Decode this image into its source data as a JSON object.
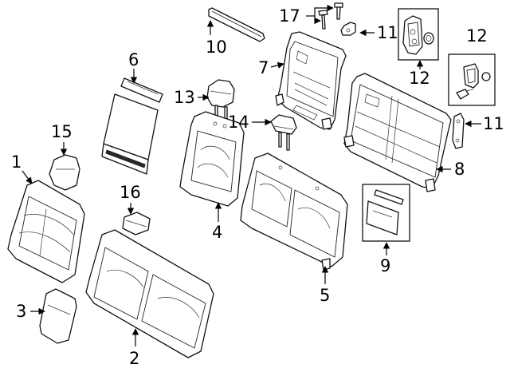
{
  "callouts": {
    "c1": "1",
    "c2": "2",
    "c3": "3",
    "c4": "4",
    "c5": "5",
    "c6": "6",
    "c7": "7",
    "c8": "8",
    "c9": "9",
    "c10": "10",
    "c11a": "11",
    "c11b": "11",
    "c12a": "12",
    "c12b": "12",
    "c13": "13",
    "c14": "14",
    "c15": "15",
    "c16": "16",
    "c17": "17"
  }
}
